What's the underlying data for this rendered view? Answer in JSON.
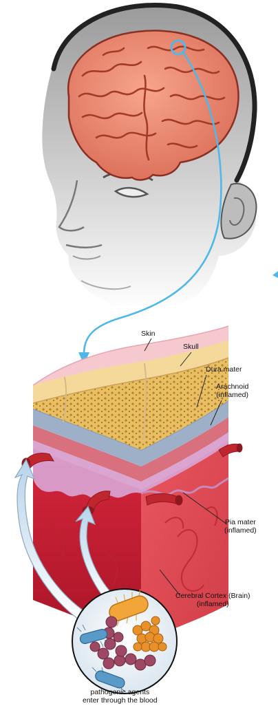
{
  "labels": {
    "skin": "Skin",
    "skull": "Skull",
    "dura": "Dura mater",
    "arachnoid": [
      "Arachnoid",
      "(inflamed)"
    ],
    "pia": [
      "Pia mater",
      "(inflamed)"
    ],
    "cortex": [
      "Cerebral Cortex (Brain)",
      "(inflamed)"
    ],
    "caption": [
      "pathogenic agents",
      "enter through the blood"
    ]
  },
  "colors": {
    "pointer_line": "#4fb8e8",
    "skin": "#f6c9cf",
    "skull": "#f4d99a",
    "dura": "#9eb0c8",
    "arachnoid": "#d9707e",
    "brain": "#c8283a",
    "vessel": "#c0262e"
  }
}
